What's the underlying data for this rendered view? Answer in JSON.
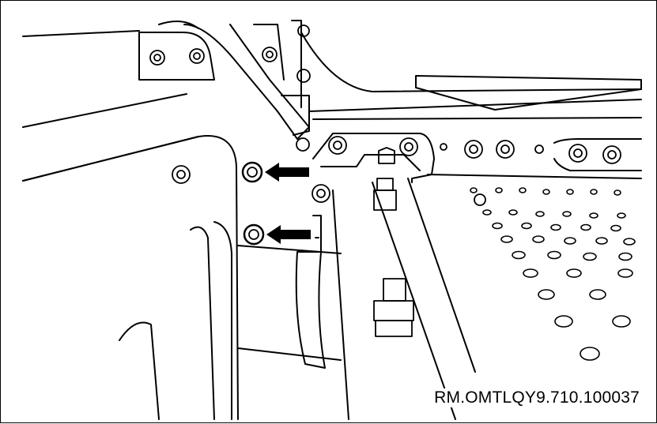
{
  "figure": {
    "reference_code": "RM.OMTLQY9.710.100037"
  },
  "callouts": [
    {
      "icon": "arrow-left-icon",
      "target": "upper bolt"
    },
    {
      "icon": "arrow-left-icon",
      "target": "lower bolt"
    }
  ],
  "colors": {
    "line": "#000000",
    "fill": "#ffffff"
  }
}
